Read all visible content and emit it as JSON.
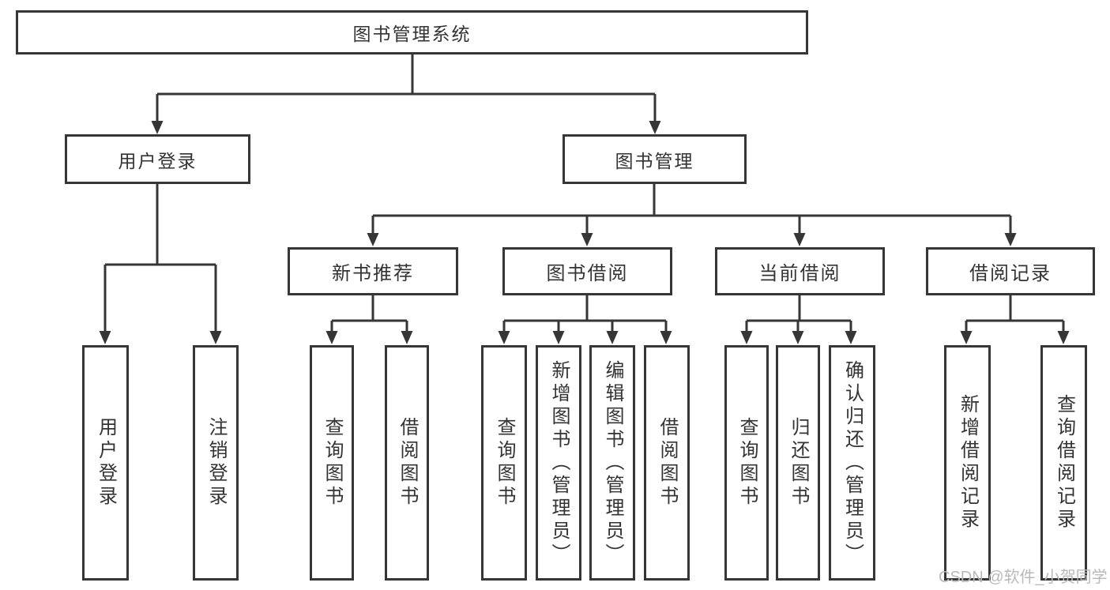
{
  "tree": {
    "root": {
      "label": "图书管理系统"
    },
    "branches": [
      {
        "label": "用户登录",
        "children": [
          {
            "label": "用户登录"
          },
          {
            "label": "注销登录"
          }
        ]
      },
      {
        "label": "图书管理",
        "children": [
          {
            "label": "新书推荐",
            "children": [
              {
                "label": "查询图书"
              },
              {
                "label": "借阅图书"
              }
            ]
          },
          {
            "label": "图书借阅",
            "children": [
              {
                "label": "查询图书"
              },
              {
                "label": "新增图书（管理员）"
              },
              {
                "label": "编辑图书（管理员）"
              },
              {
                "label": "借阅图书"
              }
            ]
          },
          {
            "label": "当前借阅",
            "children": [
              {
                "label": "查询图书"
              },
              {
                "label": "归还图书"
              },
              {
                "label": "确认归还（管理员）"
              }
            ]
          },
          {
            "label": "借阅记录",
            "children": [
              {
                "label": "新增借阅记录"
              },
              {
                "label": "查询借阅记录"
              }
            ]
          }
        ]
      }
    ]
  },
  "watermark": {
    "text": "CSDN @软件_小贺同学"
  },
  "colors": {
    "line": "#363636",
    "text": "#333333",
    "background": "#ffffff",
    "watermark": "#b9b9b9"
  }
}
